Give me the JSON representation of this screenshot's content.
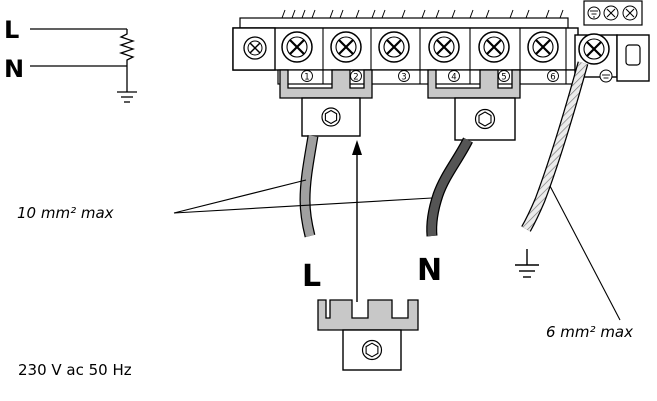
{
  "schematic": {
    "line_label": "L",
    "neutral_label": "N"
  },
  "terminals": {
    "numbers": [
      "1",
      "2",
      "3",
      "4",
      "5",
      "6"
    ]
  },
  "wires": {
    "l_label": "L",
    "n_label": "N",
    "wire_gray_color": "#a0a0a0",
    "wire_dark_color": "#555555",
    "wire_earth_color": "#e8e8e8",
    "bridge_fill": "#c8c8c8"
  },
  "annotations": {
    "phase_neutral_size": "10 mm² max",
    "earth_size": "6 mm² max",
    "supply": "230 V ac 50 Hz"
  }
}
